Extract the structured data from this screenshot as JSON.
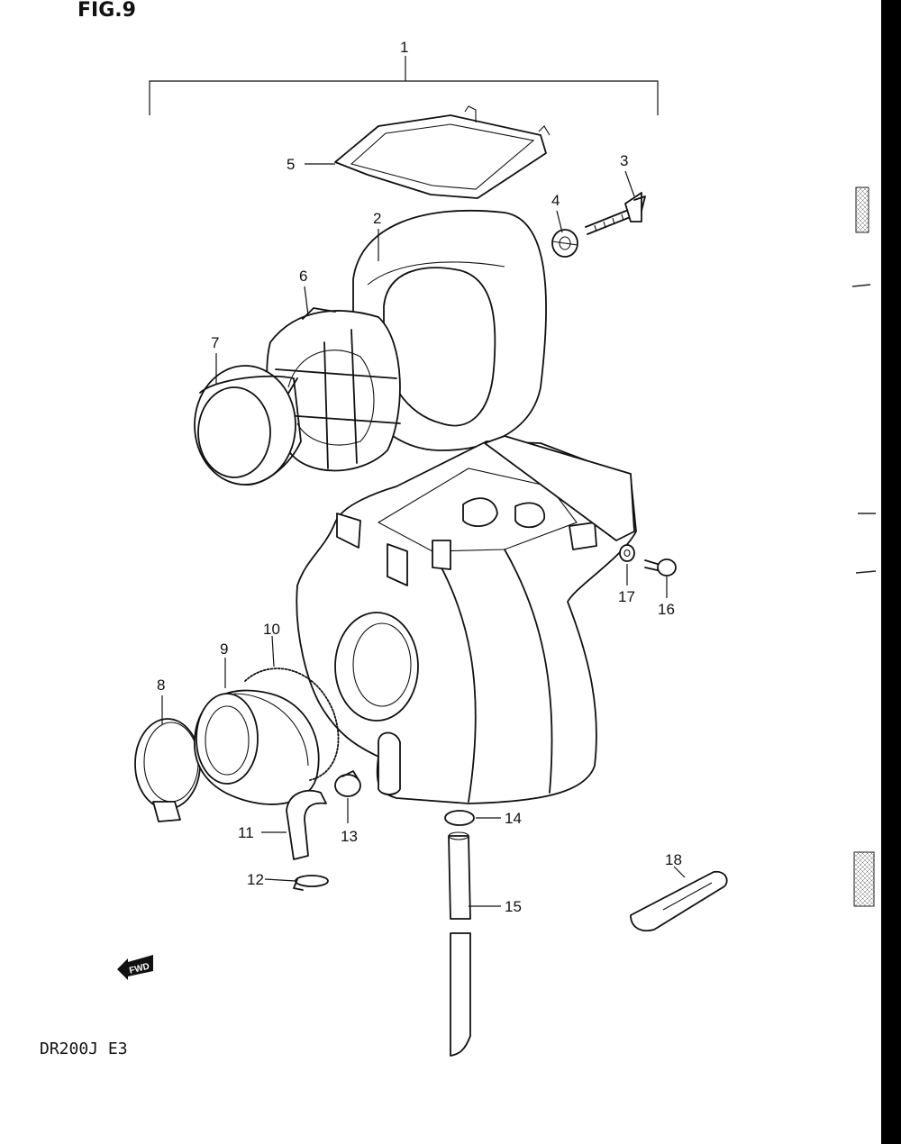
{
  "figure_title": "FIG.9",
  "model_code": "DR200J E3",
  "fwd_label": "FWD",
  "callouts": [
    {
      "id": "1",
      "label": "1"
    },
    {
      "id": "2",
      "label": "2"
    },
    {
      "id": "3",
      "label": "3"
    },
    {
      "id": "4",
      "label": "4"
    },
    {
      "id": "5",
      "label": "5"
    },
    {
      "id": "6",
      "label": "6"
    },
    {
      "id": "7",
      "label": "7"
    },
    {
      "id": "8",
      "label": "8"
    },
    {
      "id": "9",
      "label": "9"
    },
    {
      "id": "10",
      "label": "10"
    },
    {
      "id": "11",
      "label": "11"
    },
    {
      "id": "12",
      "label": "12"
    },
    {
      "id": "13",
      "label": "13"
    },
    {
      "id": "14",
      "label": "14"
    },
    {
      "id": "15",
      "label": "15"
    },
    {
      "id": "16",
      "label": "16"
    },
    {
      "id": "17",
      "label": "17"
    },
    {
      "id": "18",
      "label": "18"
    }
  ],
  "colors": {
    "ink": "#111111",
    "paper": "#ffffff",
    "edge_bar": "#000000"
  }
}
